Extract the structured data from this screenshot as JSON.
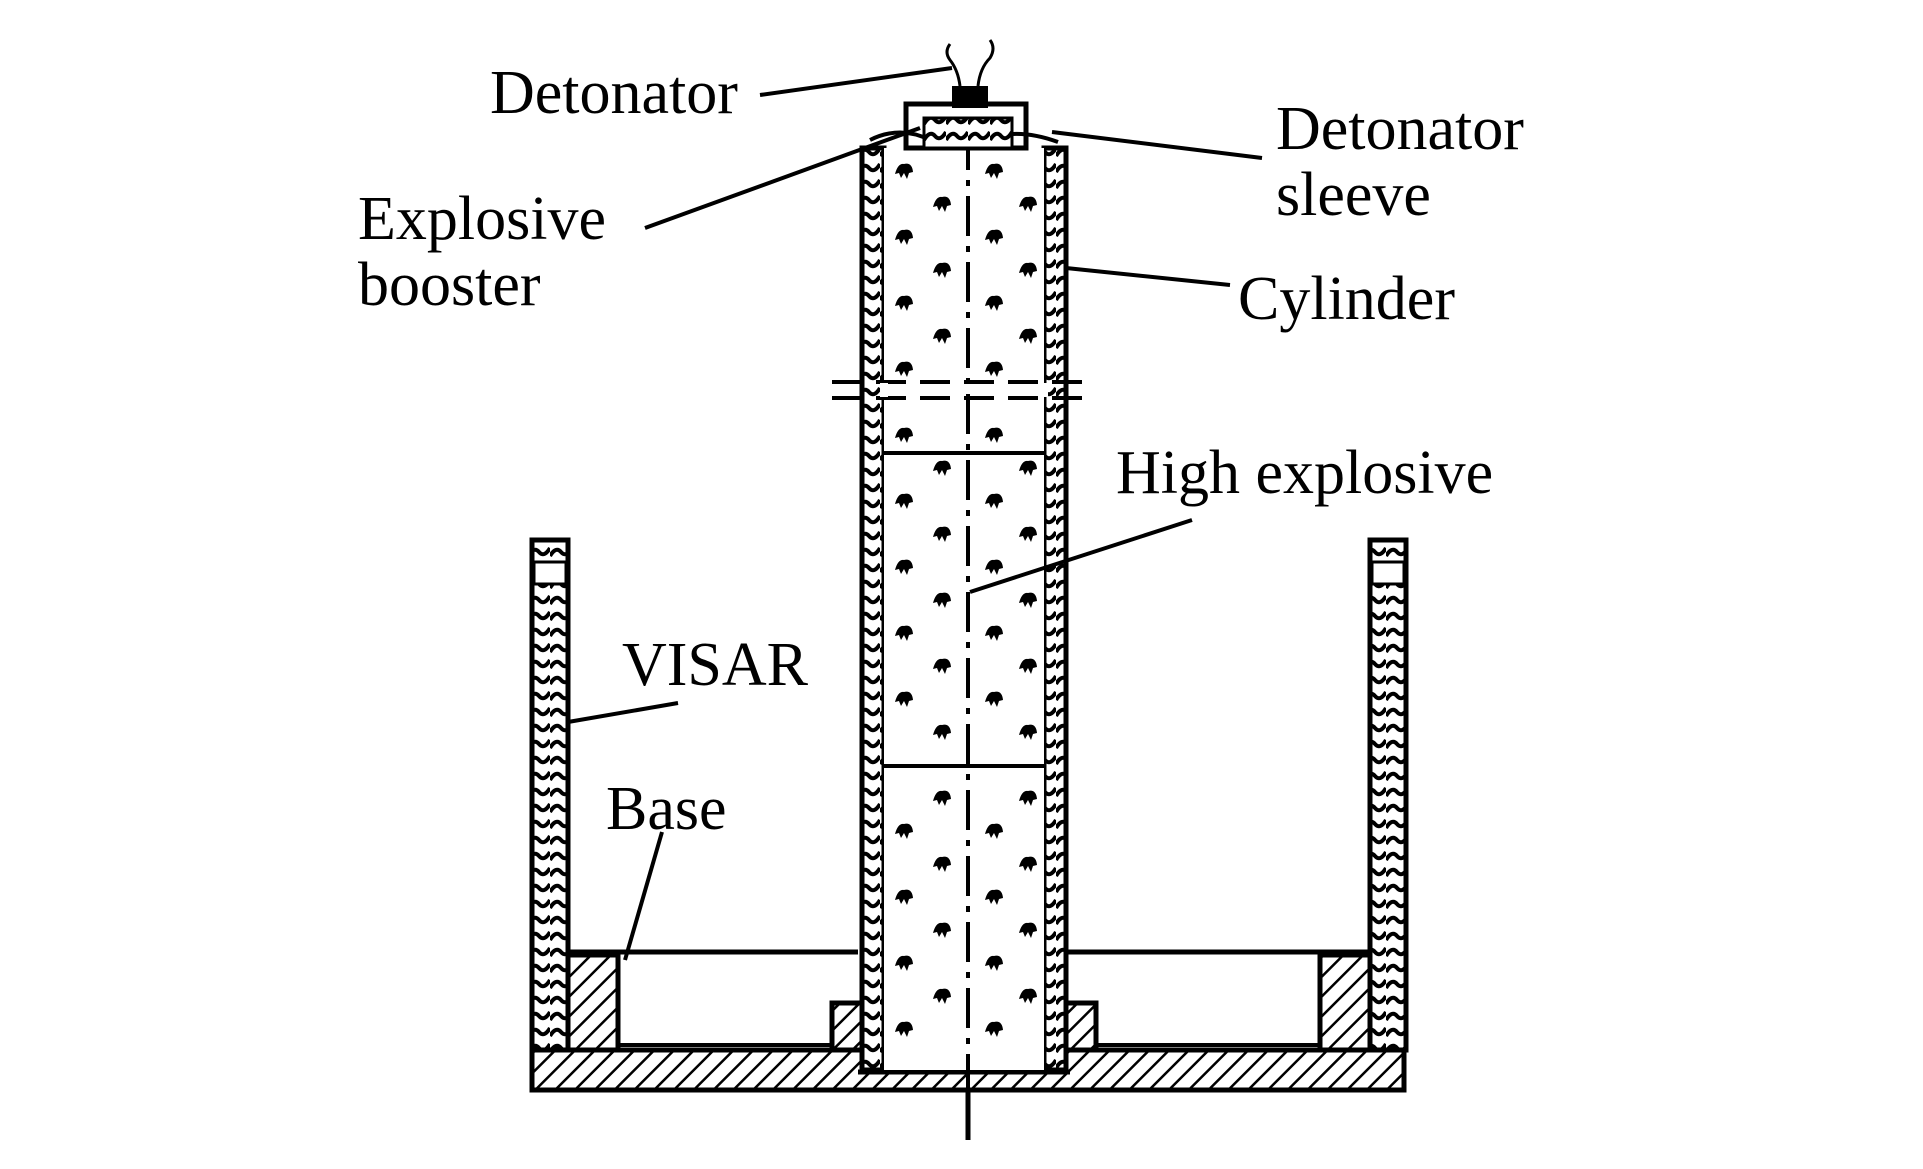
{
  "labels": {
    "detonator": "Detonator",
    "detonator_sleeve": [
      "Detonator",
      "sleeve"
    ],
    "explosive_booster": [
      "Explosive",
      "booster"
    ],
    "cylinder": "Cylinder",
    "high_explosive": "High explosive",
    "visar": "VISAR",
    "base": "Base"
  },
  "colors": {
    "ink": "#000000",
    "background": "#ffffff"
  }
}
